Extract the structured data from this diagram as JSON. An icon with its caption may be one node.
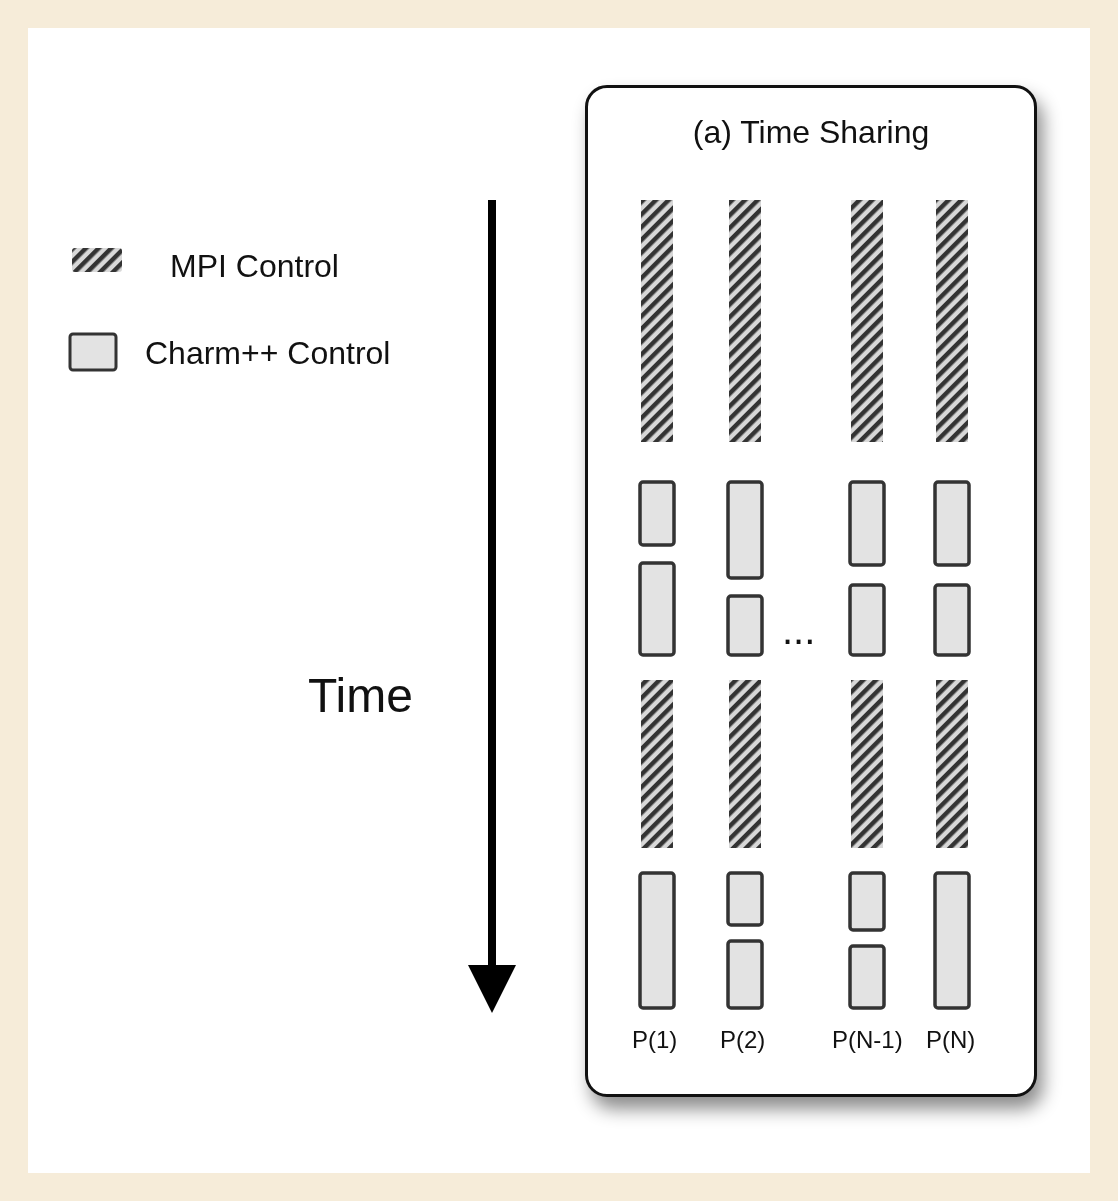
{
  "diagram": {
    "nodes": [
      {
        "text": [
          "(a) Time Sharing"
        ]
      }
    ],
    "labels": [
      "Time",
      "...",
      "P(1)",
      "P(2)",
      "P(N-1)",
      "P(N)"
    ],
    "legend": [
      {
        "text": "MPI Control"
      },
      {
        "text": "Charm++ Control"
      }
    ]
  }
}
